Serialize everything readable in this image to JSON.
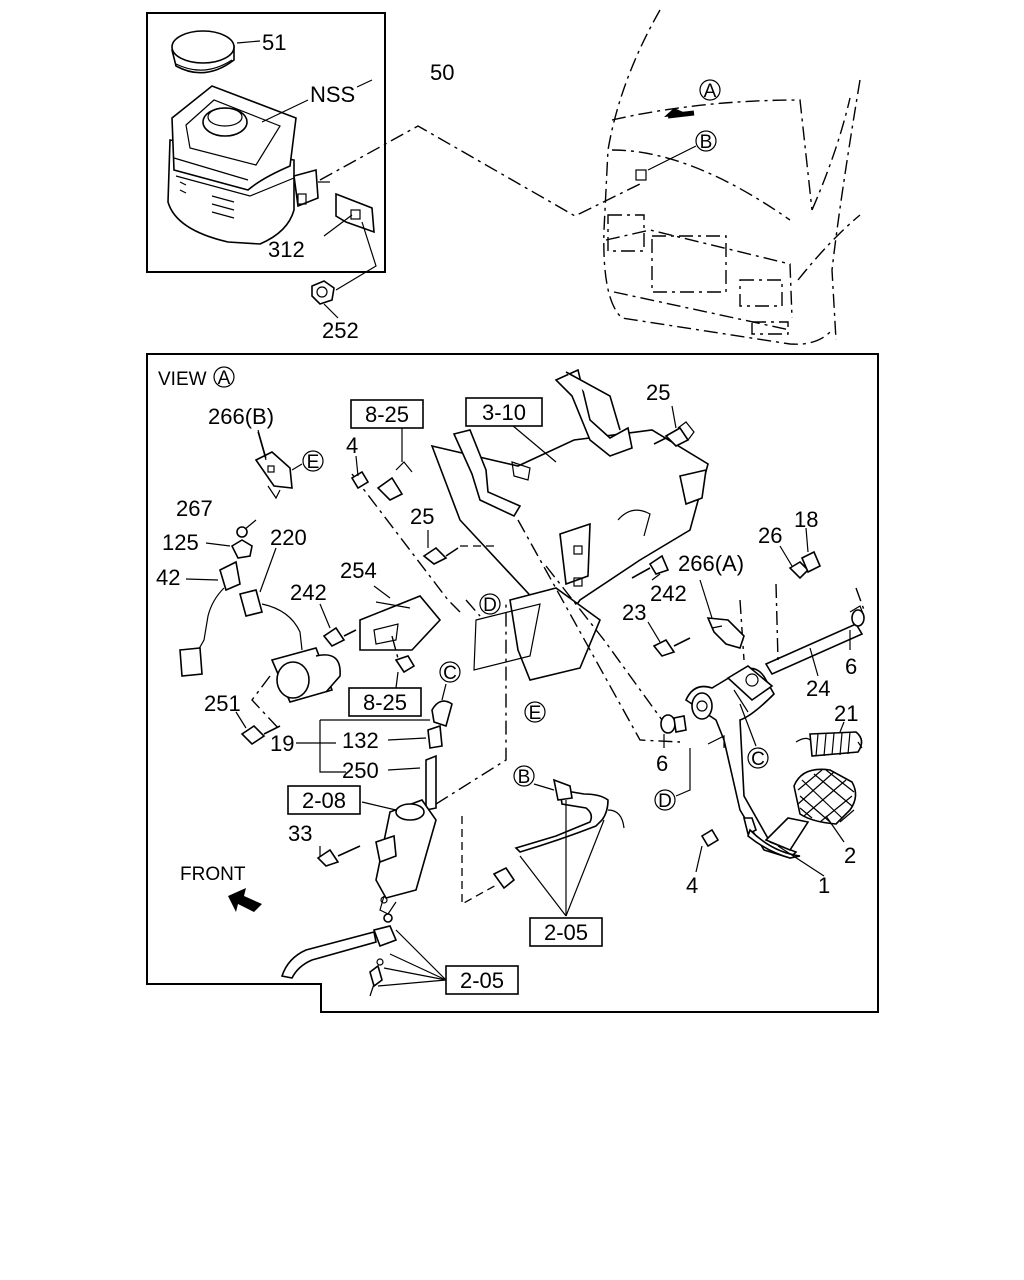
{
  "top": {
    "labels": {
      "cap": "51",
      "nss": "NSS",
      "tank": "50",
      "bracket": "312",
      "nut": "252"
    },
    "callouts": {
      "a": "A",
      "b": "B"
    }
  },
  "view": {
    "title": "VIEW",
    "title_ref": "A",
    "front": "FRONT",
    "refs": {
      "r310": "3-10",
      "r825a": "8-25",
      "r825b": "8-25",
      "r208": "2-08",
      "r205a": "2-05",
      "r205b": "2-05"
    },
    "labels": {
      "p266b": "266(B)",
      "p4a": "4",
      "p25a": "25",
      "p25b": "25",
      "p267": "267",
      "p125": "125",
      "p220": "220",
      "p42": "42",
      "p254": "254",
      "p242a": "242",
      "p242b": "242",
      "p251": "251",
      "p19": "19",
      "p132": "132",
      "p250": "250",
      "p33": "33",
      "p266a": "266(A)",
      "p26": "26",
      "p18": "18",
      "p23": "23",
      "p6a": "6",
      "p6b": "6",
      "p24": "24",
      "p21": "21",
      "p2": "2",
      "p1": "1",
      "p4b": "4"
    },
    "callouts": {
      "e1": "E",
      "e2": "E",
      "d1": "D",
      "d2": "D",
      "c1": "C",
      "c2": "C",
      "b1": "B"
    }
  }
}
